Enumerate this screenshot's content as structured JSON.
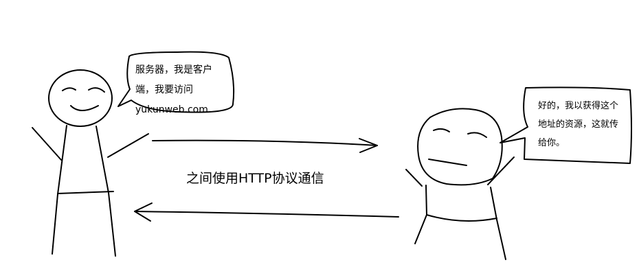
{
  "client": {
    "speech_lines": [
      "服务器，我是客户",
      "端，我要访问",
      "yukunweb.com"
    ]
  },
  "server": {
    "speech_lines": [
      "好的，我以获得这个",
      "地址的资源，这就传",
      "给你。"
    ]
  },
  "middle_label": "之间使用HTTP协议通信",
  "colors": {
    "ink": "#000000",
    "background": "#ffffff"
  }
}
